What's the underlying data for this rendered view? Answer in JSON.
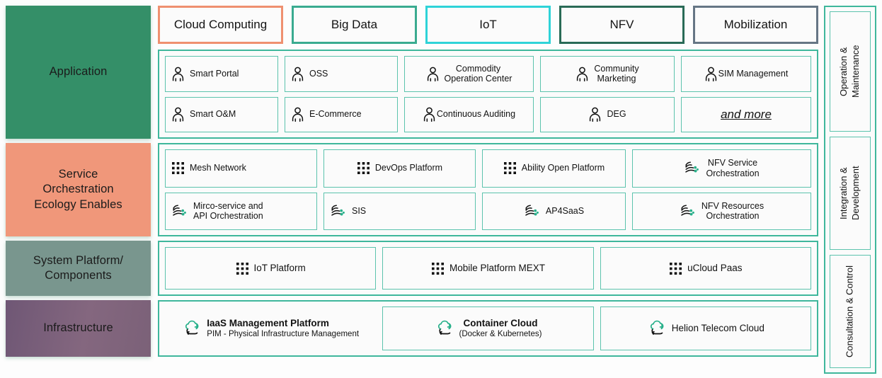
{
  "colors": {
    "teal_border": "#3fb79c",
    "tile_border": "#5cc3ad",
    "application_block": "#348f68",
    "service_block": "#f0977a",
    "system_block": "#79968e",
    "infrastructure_block": "#7b6178",
    "icon_accent_green": "#27b08a",
    "canvas": "#fdfdfd"
  },
  "category_tabs": [
    {
      "label": "Cloud Computing",
      "border_color": "#ef9070"
    },
    {
      "label": "Big Data",
      "border_color": "#3aab90"
    },
    {
      "label": "IoT",
      "border_color": "#2ed3d8"
    },
    {
      "label": "NFV",
      "border_color": "#2a6b57"
    },
    {
      "label": "Mobilization",
      "border_color": "#667685"
    }
  ],
  "layers": [
    {
      "id": "application",
      "label": "Application",
      "block_color": "#348f68",
      "rows": [
        [
          {
            "label": "Smart Portal",
            "icon": "person-icon",
            "align": "left"
          },
          {
            "label": "OSS",
            "icon": "person-icon",
            "align": "left"
          },
          {
            "label": "Commodity\nOperation Center",
            "icon": "person-icon",
            "align": "center"
          },
          {
            "label": "Community\nMarketing",
            "icon": "person-icon",
            "align": "center"
          },
          {
            "label": "SIM Management",
            "icon": "person-icon",
            "align": "center"
          }
        ],
        [
          {
            "label": "Smart O&M",
            "icon": "person-icon",
            "align": "left"
          },
          {
            "label": "E-Commerce",
            "icon": "person-icon",
            "align": "left"
          },
          {
            "label": "Continuous Auditing",
            "icon": "person-icon",
            "align": "center"
          },
          {
            "label": "DEG",
            "icon": "person-icon",
            "align": "center"
          },
          {
            "label": "and more",
            "icon": "none",
            "align": "center",
            "style": "italic-underline"
          }
        ]
      ]
    },
    {
      "id": "service-orchestration",
      "label": "Service\nOrchestration\nEcology Enables",
      "block_color": "#f0977a",
      "rows": [
        [
          {
            "label": "Mesh Network",
            "icon": "grid-dots-icon",
            "align": "left"
          },
          {
            "label": "DevOps Platform",
            "icon": "grid-dots-icon",
            "align": "center"
          },
          {
            "label": "Ability Open Platform",
            "icon": "grid-dots-icon",
            "align": "center"
          },
          {
            "label": "NFV Service\nOrchestration",
            "icon": "orchestration-icon",
            "align": "center"
          }
        ],
        [
          {
            "label": "Mirco-service and\nAPI Orchestration",
            "icon": "orchestration-icon",
            "align": "left"
          },
          {
            "label": "SIS",
            "icon": "orchestration-icon",
            "align": "left"
          },
          {
            "label": "AP4SaaS",
            "icon": "orchestration-icon",
            "align": "center"
          },
          {
            "label": "NFV Resources\nOrchestration",
            "icon": "orchestration-icon",
            "align": "center"
          }
        ]
      ]
    },
    {
      "id": "system-platform",
      "label": "System Platform/\nComponents",
      "block_color": "#79968e",
      "rows": [
        [
          {
            "label": "IoT Platform",
            "icon": "grid-dots-icon",
            "align": "center"
          },
          {
            "label": "Mobile Platform MEXT",
            "icon": "grid-dots-icon",
            "align": "center"
          },
          {
            "label": "uCloud Paas",
            "icon": "grid-dots-icon",
            "align": "center"
          }
        ]
      ]
    },
    {
      "id": "infrastructure",
      "label": "Infrastructure",
      "block_color": "#7b6178",
      "rows": [
        [
          {
            "title": "IaaS Management Platform",
            "subtitle": "PIM - Physical Infrastructure Management",
            "icon": "cloud-refresh-icon",
            "bordered": false
          },
          {
            "title": "Container Cloud",
            "subtitle": "(Docker & Kubernetes)",
            "icon": "cloud-refresh-icon",
            "bordered": true
          },
          {
            "title": "Helion Telecom Cloud",
            "subtitle": "",
            "icon": "cloud-refresh-icon",
            "bordered": true
          }
        ]
      ]
    }
  ],
  "sidebar": {
    "items": [
      {
        "id": "operation-maintenance",
        "label": "Operation &\nMaintenance"
      },
      {
        "id": "integration-development",
        "label": "Integration &\nDevelopment"
      },
      {
        "id": "consultation-control",
        "label": "Consultation & Control"
      }
    ]
  }
}
